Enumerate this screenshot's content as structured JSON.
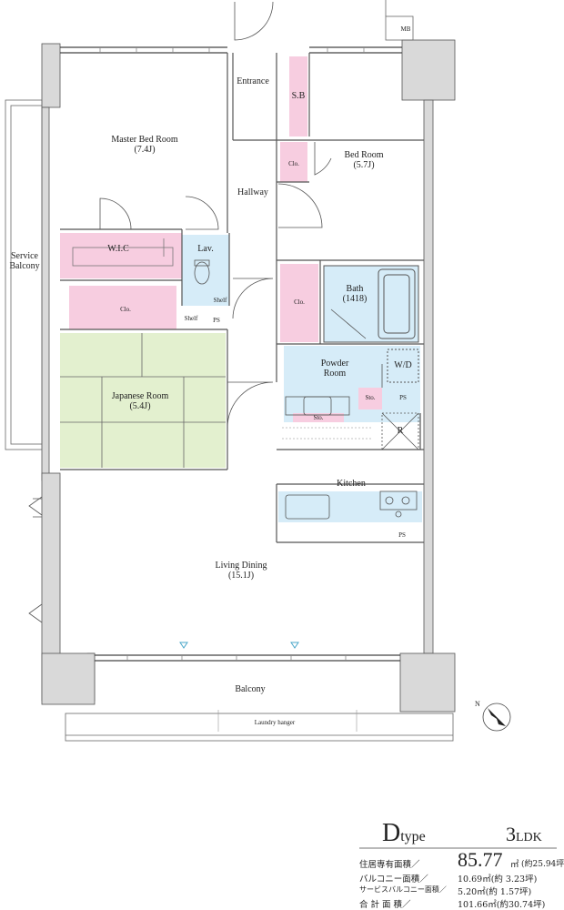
{
  "unit": {
    "type_letter": "D",
    "type_word": "type",
    "layout_num": "3",
    "layout_code": "LDK"
  },
  "rooms": {
    "mb": "MB",
    "entrance": "Entrance",
    "sb": "S.B",
    "master_bed": "Master Bed Room",
    "master_bed_size": "(7.4J)",
    "bed_room": "Bed Room",
    "bed_room_size": "(5.7J)",
    "clo_bed": "Clo.",
    "hallway": "Hallway",
    "service_balcony_1": "Service",
    "service_balcony_2": "Balcony",
    "wic": "W.I.C",
    "lav": "Lav.",
    "clo_left": "Clo.",
    "shelf_1": "Shelf",
    "shelf_2": "Shelf",
    "ps_1": "PS",
    "clo_mid": "Clo.",
    "bath": "Bath",
    "bath_size": "(1418)",
    "powder_room_1": "Powder",
    "powder_room_2": "Room",
    "wd": "W/D",
    "sto_1": "Sto.",
    "sto_2": "Sto.",
    "ps_2": "PS",
    "r": "R",
    "japanese_room": "Japanese Room",
    "japanese_room_size": "(5.4J)",
    "kitchen": "Kitchen",
    "ps_3": "PS",
    "living_dining": "Living Dining",
    "living_dining_size": "(15.1J)",
    "balcony": "Balcony",
    "laundry_hanger": "Laundry hanger"
  },
  "colors": {
    "pink": "#f7cde0",
    "blue": "#d6ecf8",
    "green": "#e3f0cf",
    "wall": "#d9d9d9"
  },
  "areas": [
    {
      "label": "住居専有面積／",
      "value_big": "85.77",
      "value_unit": "㎡",
      "value_tsubo": "(約25.94坪)"
    },
    {
      "label": "バルコニー面積／",
      "value": "10.69㎡(約 3.23坪)"
    },
    {
      "label": "サービスバルコニー面積／",
      "value": "5.20㎡(約 1.57坪)"
    },
    {
      "label": "合 計 面 積／",
      "value": "101.66㎡(約30.74坪)"
    }
  ]
}
